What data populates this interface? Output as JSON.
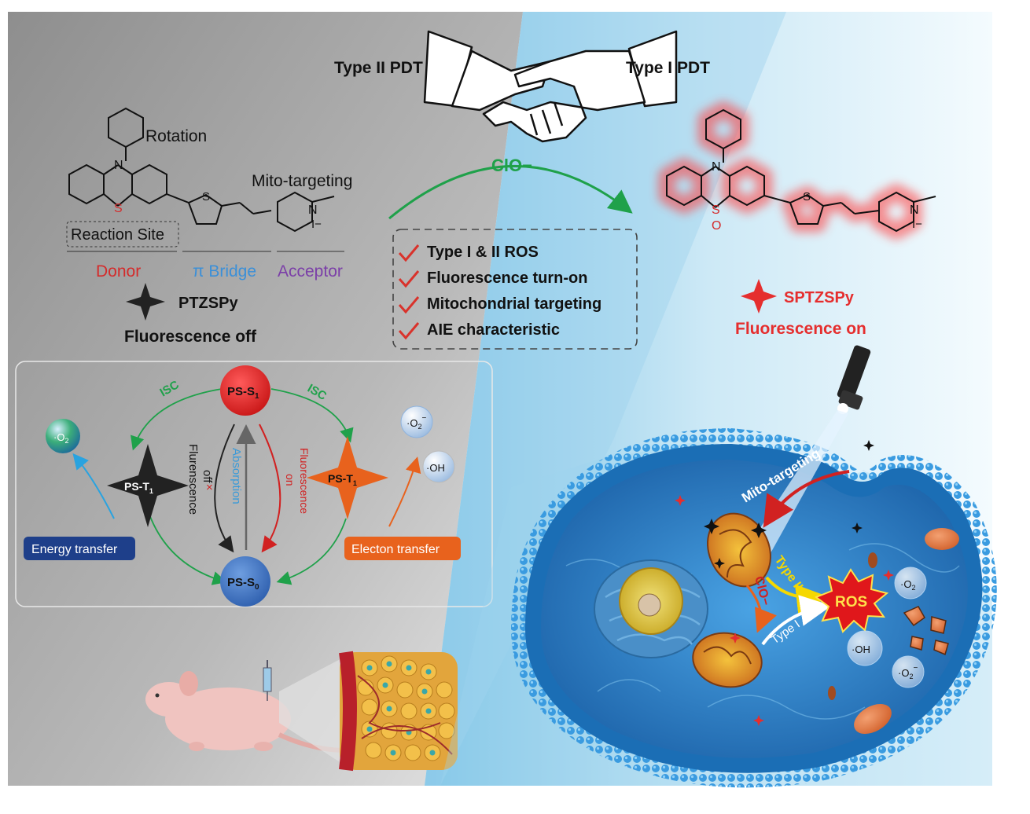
{
  "header": {
    "type2_pdt": "Type II PDT",
    "type1_pdt": "Type I  PDT",
    "clo_arrow": "ClO−"
  },
  "left_molecule": {
    "rotation": "Rotation",
    "mito_targeting": "Mito-targeting",
    "reaction_site": "Reaction Site",
    "donor": "Donor",
    "pi_bridge": "π Bridge",
    "acceptor": "Acceptor",
    "name": "PTZSPy",
    "state": "Fluorescence off",
    "atom_n": "N",
    "atom_s_core": "S",
    "atom_s_thiophene": "S",
    "atom_n_plus": "N",
    "counterion": "I−"
  },
  "features": {
    "items": [
      "Type I & II ROS",
      "Fluorescence turn-on",
      "Mitochondrial targeting",
      "AIE characteristic"
    ]
  },
  "right_molecule": {
    "name": "SPTZSPy",
    "state": "Fluorescence on",
    "atom_n": "N",
    "atom_s_core": "S",
    "atom_o": "O",
    "atom_s_thiophene": "S",
    "atom_n_plus": "N",
    "counterion": "I−"
  },
  "jablonski": {
    "ps_s1": "PS-S",
    "ps_s1_sub": "1",
    "ps_s0": "PS-S",
    "ps_s0_sub": "0",
    "ps_t1_left": "PS-T",
    "ps_t1_left_sub": "1",
    "ps_t1_right": "PS-T",
    "ps_t1_right_sub": "1",
    "isc_left": "ISC",
    "isc_right": "ISC",
    "fluor_off_1": "Flurenscence",
    "fluor_off_2": "off",
    "absorption": "Absorption",
    "fluor_on_1": "Fluorescence",
    "fluor_on_2": "on",
    "energy_transfer": "Energy transfer",
    "electron_transfer": "Electon transfer",
    "singlet_oxygen": "·O",
    "singlet_oxygen_sub": "2",
    "superoxide": "·O",
    "superoxide_sub": "2",
    "superoxide_sup": "−",
    "hydroxyl": "·OH"
  },
  "cell": {
    "mito_targeting": "Mito-targeting",
    "type2": "Type II",
    "type1": "Type I",
    "clo": "ClO−",
    "ros": "ROS",
    "o2_sing": "·O",
    "o2_sing_sub": "2",
    "oh": "·OH",
    "o2_sup": "·O",
    "o2_sup_sub": "2",
    "o2_sup_sup": "−"
  },
  "colors": {
    "gray_bg": "#a9a9a9",
    "blue_bg": "#bfe3f3",
    "donor_red": "#d42b2b",
    "bridge_blue": "#3a8fd8",
    "acceptor_purple": "#7b3fa8",
    "check_red": "#d9322b",
    "arrow_green": "#1fa14a",
    "s1_red": "#d92424",
    "s0_blue": "#3d74c4",
    "t1_orange": "#e8621d",
    "cell_blue": "#2f86d0",
    "membrane_blue": "#3a9be0"
  }
}
